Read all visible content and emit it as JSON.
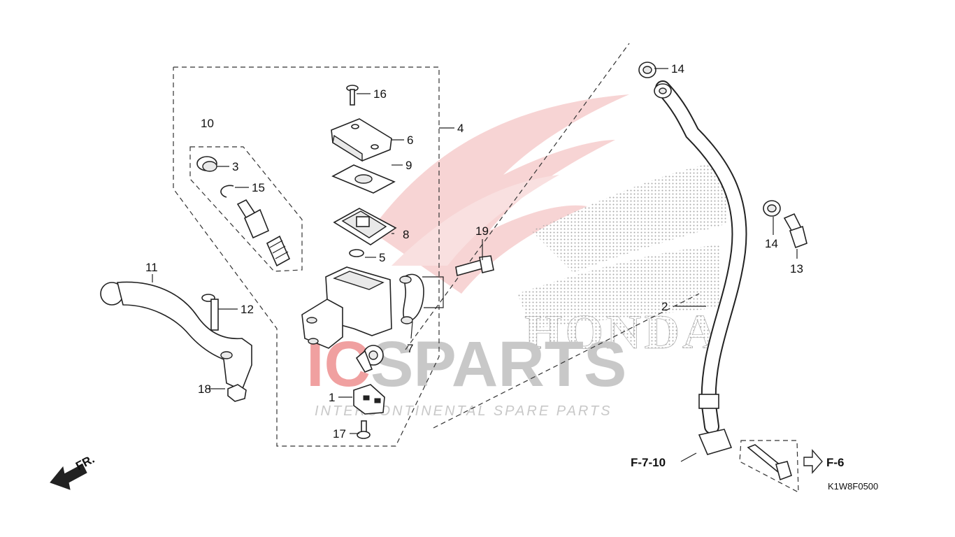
{
  "diagram": {
    "part_numbers": [
      "1",
      "2",
      "3",
      "4",
      "5",
      "6",
      "7",
      "8",
      "9",
      "10",
      "11",
      "12",
      "13",
      "14",
      "15",
      "16",
      "17",
      "18",
      "19"
    ],
    "refs": {
      "left": "F-7-10",
      "right": "F-6"
    },
    "orientation_label": "FR.",
    "diagram_code": "K1W8F0500"
  },
  "watermark": {
    "brand": "IC SPARTS",
    "tagline": "INTERCONTINENTAL SPARE PARTS",
    "maker": "HONDA",
    "colors": {
      "wing": "#f2b8b8",
      "dots": "#9a9a9a",
      "brand_red": "#f0a0a0",
      "brand_grey": "#c8c8c8"
    }
  }
}
